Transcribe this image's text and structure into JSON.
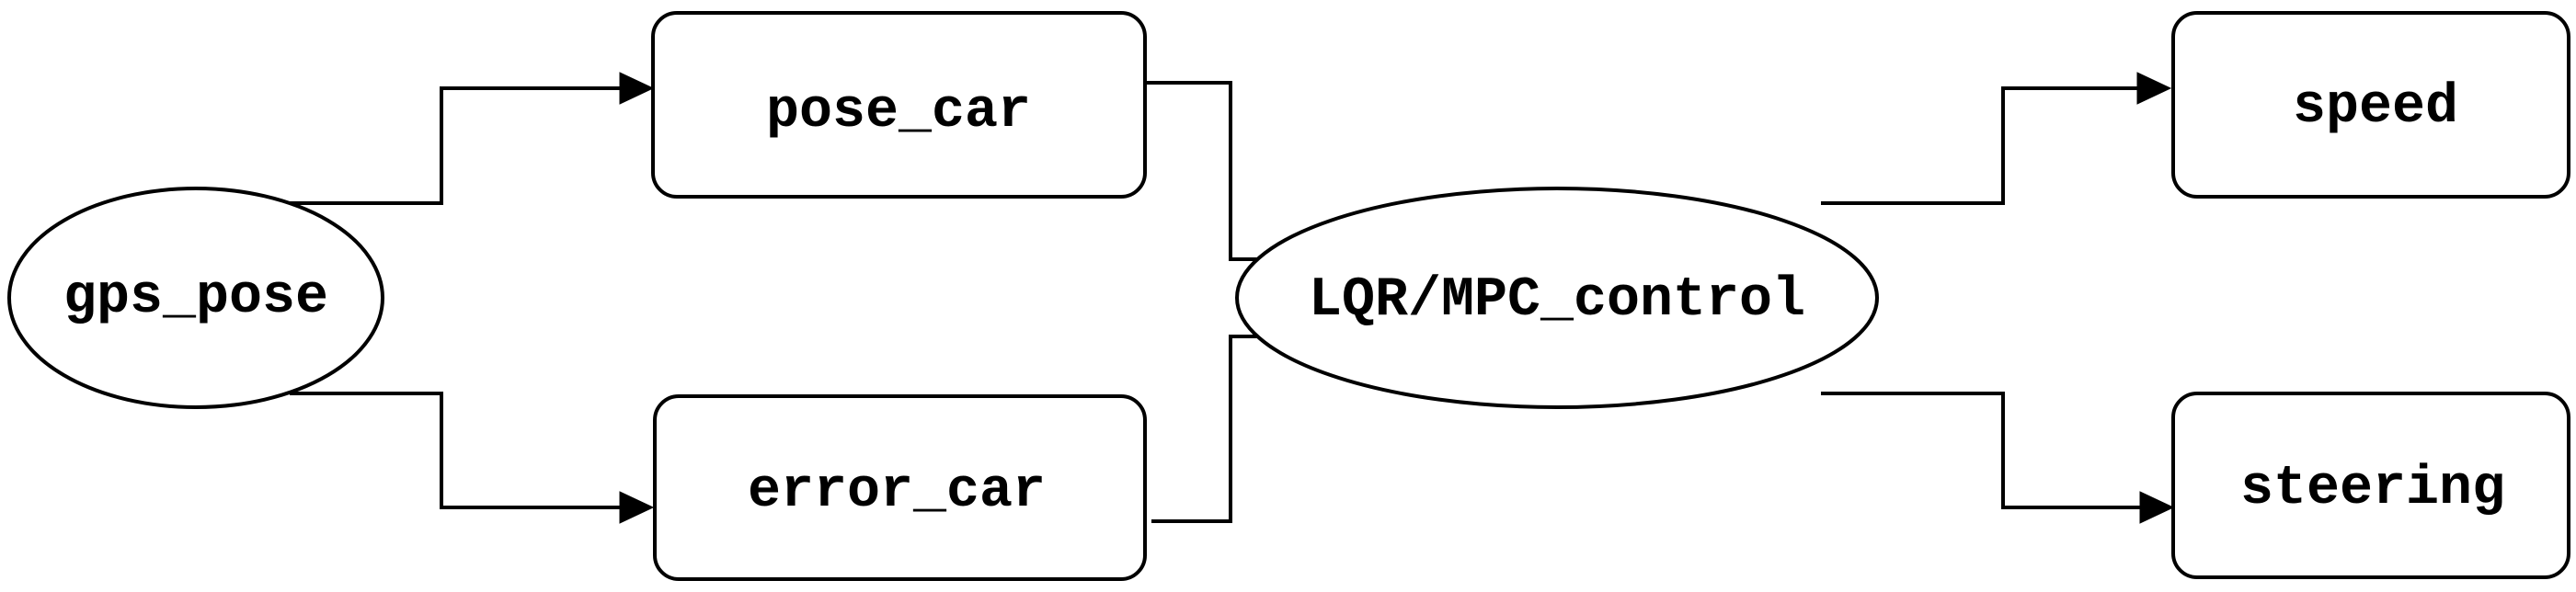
{
  "diagram": {
    "nodes": {
      "gps_pose": {
        "label": "gps_pose",
        "shape": "ellipse"
      },
      "pose_car": {
        "label": "pose_car",
        "shape": "rounded-rect"
      },
      "error_car": {
        "label": "error_car",
        "shape": "rounded-rect"
      },
      "control": {
        "label": "LQR/MPC_control",
        "shape": "ellipse"
      },
      "speed": {
        "label": "speed",
        "shape": "rounded-rect"
      },
      "steering": {
        "label": "steering",
        "shape": "rounded-rect"
      }
    },
    "edges": [
      {
        "from": "gps_pose",
        "to": "pose_car"
      },
      {
        "from": "gps_pose",
        "to": "error_car"
      },
      {
        "from": "pose_car",
        "to": "control"
      },
      {
        "from": "error_car",
        "to": "control"
      },
      {
        "from": "control",
        "to": "speed"
      },
      {
        "from": "control",
        "to": "steering"
      }
    ],
    "colors": {
      "stroke": "#000000",
      "fill": "#ffffff",
      "text": "#000000"
    }
  }
}
